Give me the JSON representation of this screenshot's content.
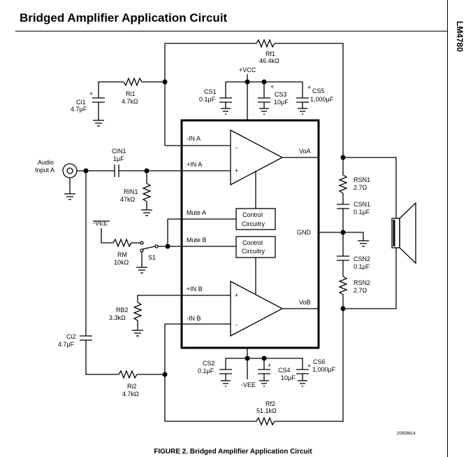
{
  "title": "Bridged Amplifier Application Circuit",
  "part_number": "LM4780",
  "caption": "FIGURE 2. Bridged Amplifier Application Circuit",
  "figure_ref": "20058614",
  "labels": {
    "rf1": "Rf1",
    "rf1_val": "46.4kΩ",
    "vcc": "+VCC",
    "ri1": "Ri1",
    "ri1_val": "4.7kΩ",
    "ci1": "Ci1",
    "ci1_val": "4.7μF",
    "cs1": "CS1",
    "cs1_val": "0.1μF",
    "cs3": "CS3",
    "cs3_val": "10μF",
    "cs5": "CS5",
    "cs5_val": "1,000μF",
    "audio1": "Audio",
    "audio2": "Input A",
    "cin1": "CIN1",
    "cin1_val": "1μF",
    "rin1": "RIN1",
    "rin1_val": "47kΩ",
    "in_a_neg": "-IN A",
    "in_a_pos": "+IN A",
    "voa": "VoA",
    "vob": "VoB",
    "gnd": "GND",
    "mute_a": "Mute A",
    "mute_b": "Mute B",
    "control1": "Control",
    "circuitry1": "Circuitry",
    "control2": "Control",
    "circuitry2": "Circuitry",
    "minus_vee": "-VEE",
    "rm": "RM",
    "rm_val": "10kΩ",
    "s1": "S1",
    "rsn1": "RSN1",
    "rsn1_val": "2.7Ω",
    "csn1": "CSN1",
    "csn1_val": "0.1μF",
    "csn2": "CSN2",
    "csn2_val": "0.1μF",
    "rsn2": "RSN2",
    "rsn2_val": "2.7Ω",
    "in_b_pos": "+IN B",
    "in_b_neg": "-IN B",
    "rb2": "RB2",
    "rb2_val": "3.3kΩ",
    "ci2": "Ci2",
    "ci2_val": "4.7μF",
    "ri2": "Ri2",
    "ri2_val": "4.7kΩ",
    "cs2": "CS2",
    "cs2_val": "0.1μF",
    "cs4": "CS4",
    "cs4_val": "10μF",
    "cs6": "CS6",
    "cs6_val": "1,000μF",
    "vee_bottom": "-VEE",
    "rf2": "Rf2",
    "rf2_val": "51.1kΩ",
    "plus": "+",
    "minus": "-"
  }
}
